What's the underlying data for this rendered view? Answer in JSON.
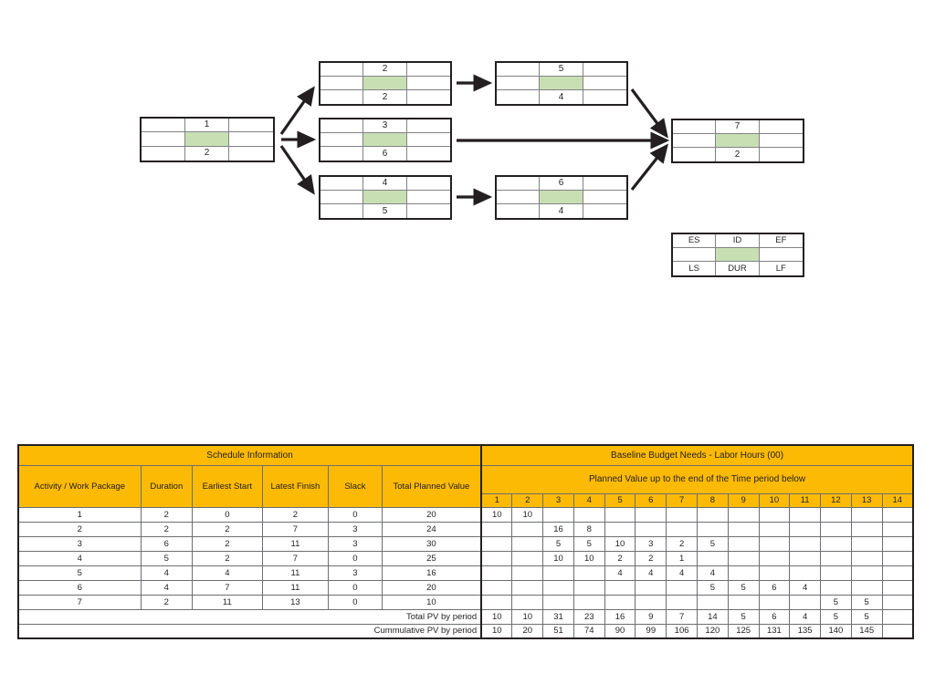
{
  "diagram": {
    "legend": {
      "es": "ES",
      "id": "ID",
      "ef": "EF",
      "ls": "LS",
      "dur": "DUR",
      "lf": "LF"
    },
    "node_green_color": "#c8dfb4",
    "nodes": [
      {
        "key": "n1",
        "id": "1",
        "dur": "2",
        "es": "",
        "ef": "",
        "ls": "",
        "lf": ""
      },
      {
        "key": "n2",
        "id": "2",
        "dur": "2",
        "es": "",
        "ef": "",
        "ls": "",
        "lf": ""
      },
      {
        "key": "n3",
        "id": "3",
        "dur": "6",
        "es": "",
        "ef": "",
        "ls": "",
        "lf": ""
      },
      {
        "key": "n4",
        "id": "4",
        "dur": "5",
        "es": "",
        "ef": "",
        "ls": "",
        "lf": ""
      },
      {
        "key": "n5",
        "id": "5",
        "dur": "4",
        "es": "",
        "ef": "",
        "ls": "",
        "lf": ""
      },
      {
        "key": "n6",
        "id": "6",
        "dur": "4",
        "es": "",
        "ef": "",
        "ls": "",
        "lf": ""
      },
      {
        "key": "n7",
        "id": "7",
        "dur": "2",
        "es": "",
        "ef": "",
        "ls": "",
        "lf": ""
      }
    ]
  },
  "table": {
    "group_headers": {
      "schedule": "Schedule Information",
      "baseline": "Baseline Budget Needs - Labor Hours (00)"
    },
    "planned_value_note": "Planned Value up to the end of the Time period below",
    "schedule_columns": [
      "Activity / Work Package",
      "Duration",
      "Earliest Start",
      "Latest Finish",
      "Slack",
      "Total Planned Value"
    ],
    "periods": [
      "1",
      "2",
      "3",
      "4",
      "5",
      "6",
      "7",
      "8",
      "9",
      "10",
      "11",
      "12",
      "13",
      "14"
    ],
    "rows": [
      {
        "activity": "1",
        "duration": "2",
        "earliest_start": "0",
        "latest_finish": "2",
        "slack": "0",
        "total_pv": "20",
        "pv": [
          "10",
          "10",
          "",
          "",
          "",
          "",
          "",
          "",
          "",
          "",
          "",
          "",
          "",
          ""
        ]
      },
      {
        "activity": "2",
        "duration": "2",
        "earliest_start": "2",
        "latest_finish": "7",
        "slack": "3",
        "total_pv": "24",
        "pv": [
          "",
          "",
          "16",
          "8",
          "",
          "",
          "",
          "",
          "",
          "",
          "",
          "",
          "",
          ""
        ]
      },
      {
        "activity": "3",
        "duration": "6",
        "earliest_start": "2",
        "latest_finish": "11",
        "slack": "3",
        "total_pv": "30",
        "pv": [
          "",
          "",
          "5",
          "5",
          "10",
          "3",
          "2",
          "5",
          "",
          "",
          "",
          "",
          "",
          ""
        ]
      },
      {
        "activity": "4",
        "duration": "5",
        "earliest_start": "2",
        "latest_finish": "7",
        "slack": "0",
        "total_pv": "25",
        "pv": [
          "",
          "",
          "10",
          "10",
          "2",
          "2",
          "1",
          "",
          "",
          "",
          "",
          "",
          "",
          ""
        ]
      },
      {
        "activity": "5",
        "duration": "4",
        "earliest_start": "4",
        "latest_finish": "11",
        "slack": "3",
        "total_pv": "16",
        "pv": [
          "",
          "",
          "",
          "",
          "4",
          "4",
          "4",
          "4",
          "",
          "",
          "",
          "",
          "",
          ""
        ]
      },
      {
        "activity": "6",
        "duration": "4",
        "earliest_start": "7",
        "latest_finish": "11",
        "slack": "0",
        "total_pv": "20",
        "pv": [
          "",
          "",
          "",
          "",
          "",
          "",
          "",
          "5",
          "5",
          "6",
          "4",
          "",
          "",
          ""
        ]
      },
      {
        "activity": "7",
        "duration": "2",
        "earliest_start": "11",
        "latest_finish": "13",
        "slack": "0",
        "total_pv": "10",
        "pv": [
          "",
          "",
          "",
          "",
          "",
          "",
          "",
          "",
          "",
          "",
          "",
          "5",
          "5",
          ""
        ]
      }
    ],
    "summary": [
      {
        "label": "Total PV by period",
        "values": [
          "10",
          "10",
          "31",
          "23",
          "16",
          "9",
          "7",
          "14",
          "5",
          "6",
          "4",
          "5",
          "5",
          ""
        ]
      },
      {
        "label": "Cummulative PV by period",
        "values": [
          "10",
          "20",
          "51",
          "74",
          "90",
          "99",
          "106",
          "120",
          "125",
          "131",
          "135",
          "140",
          "145",
          ""
        ]
      }
    ]
  }
}
